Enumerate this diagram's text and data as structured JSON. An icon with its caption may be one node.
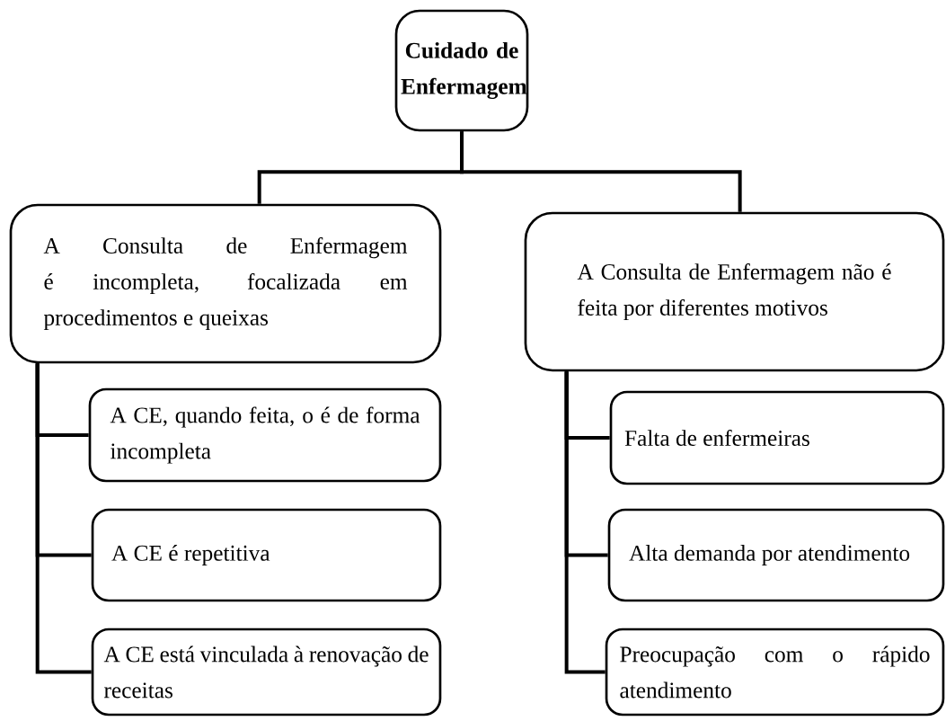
{
  "diagram": {
    "nodes": [
      {
        "text": [
          "Cuidado de Enfermagem"
        ]
      },
      {
        "text": [
          "A Consulta de Enfermagem é incompleta, focalizada em procedimentos e queixas"
        ]
      },
      {
        "text": [
          "A CE, quando feita, o é de forma incompleta"
        ]
      },
      {
        "text": [
          "A CE é repetitiva"
        ]
      },
      {
        "text": [
          "A CE está vinculada à renovação de receitas"
        ]
      },
      {
        "text": [
          "A Consulta de Enfermagem não é feita por diferentes motivos"
        ]
      },
      {
        "text": [
          "Falta de enfermeiras"
        ]
      },
      {
        "text": [
          "Alta demanda por atendimento"
        ]
      },
      {
        "text": [
          "Preocupação com o rápido atendimento"
        ]
      }
    ],
    "edges": [
      {
        "from": 0,
        "to": 1,
        "arrow": "none"
      },
      {
        "from": 0,
        "to": 5,
        "arrow": "none"
      },
      {
        "from": 1,
        "to": 2,
        "arrow": "none"
      },
      {
        "from": 1,
        "to": 3,
        "arrow": "none"
      },
      {
        "from": 1,
        "to": 4,
        "arrow": "none"
      },
      {
        "from": 5,
        "to": 6,
        "arrow": "none"
      },
      {
        "from": 5,
        "to": 7,
        "arrow": "none"
      },
      {
        "from": 5,
        "to": 8,
        "arrow": "none"
      }
    ]
  }
}
